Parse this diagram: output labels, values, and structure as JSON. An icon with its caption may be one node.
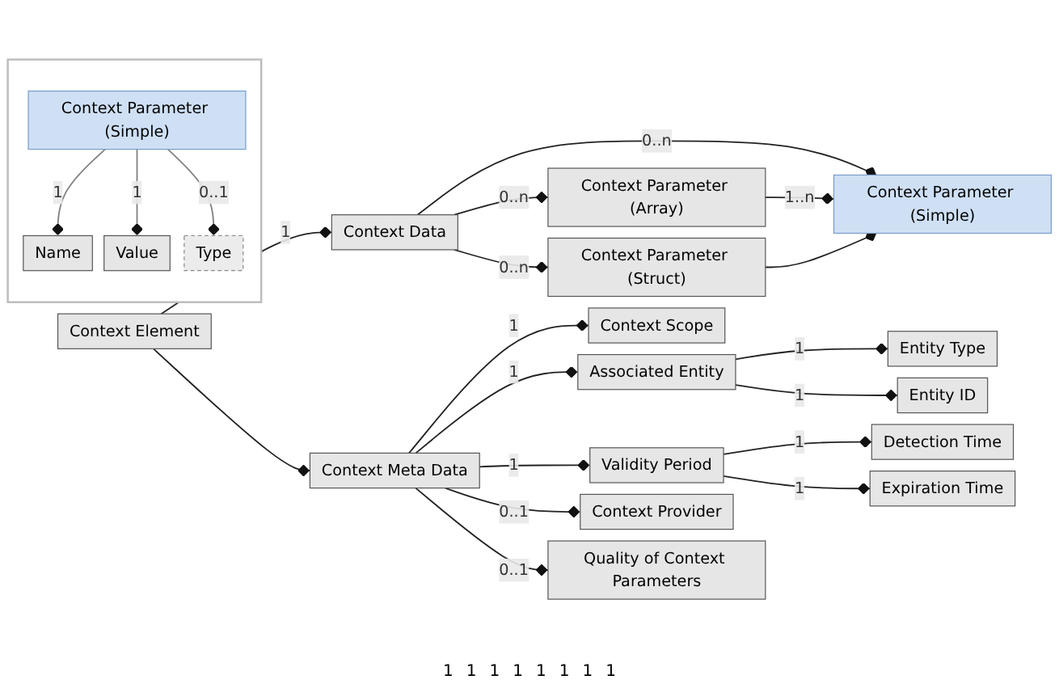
{
  "diagram": {
    "nodes": [
      {
        "text": [
          "Context Element"
        ]
      },
      {
        "text": [
          "Context Data"
        ]
      },
      {
        "text": [
          "Context Parameter (Simple)"
        ]
      },
      {
        "text": [
          "Context Parameter (Array)"
        ]
      },
      {
        "text": [
          "Context Parameter (Struct)"
        ]
      },
      {
        "text": [
          "Context Meta Data"
        ]
      },
      {
        "text": [
          "Context Scope"
        ]
      },
      {
        "text": [
          "Associated Entity"
        ]
      },
      {
        "text": [
          "Entity Type"
        ]
      },
      {
        "text": [
          "Entity ID"
        ]
      },
      {
        "text": [
          "Validity Period"
        ]
      },
      {
        "text": [
          "Detection Time"
        ]
      },
      {
        "text": [
          "Expiration Time"
        ]
      },
      {
        "text": [
          "Context Provider"
        ]
      },
      {
        "text": [
          "Quality of Context Parameters"
        ]
      },
      {
        "text": [],
        "shape": "box"
      },
      {
        "text": [
          "Context Parameter (Simple)"
        ],
        "in": 15
      },
      {
        "text": [
          "Name"
        ],
        "in": 15
      },
      {
        "text": [
          "Value"
        ],
        "in": 15
      },
      {
        "text": [
          "Type"
        ],
        "in": 15
      }
    ],
    "edges": [
      {
        "from": 0,
        "to": 1,
        "arrow": "other",
        "label": "1"
      },
      {
        "from": 0,
        "to": 5,
        "arrow": "other"
      },
      {
        "from": 1,
        "to": 2,
        "arrow": "other",
        "label": "0..n"
      },
      {
        "from": 1,
        "to": 3,
        "arrow": "other",
        "label": "0..n"
      },
      {
        "from": 1,
        "to": 4,
        "arrow": "other",
        "label": "0..n"
      },
      {
        "from": 3,
        "to": 2,
        "arrow": "other",
        "label": "1..n"
      },
      {
        "from": 4,
        "to": 2,
        "arrow": "other"
      },
      {
        "from": 5,
        "to": 6,
        "arrow": "other",
        "label": "1"
      },
      {
        "from": 5,
        "to": 7,
        "arrow": "other",
        "label": "1"
      },
      {
        "from": 7,
        "to": 8,
        "arrow": "other",
        "label": "1"
      },
      {
        "from": 7,
        "to": 9,
        "arrow": "other",
        "label": "1"
      },
      {
        "from": 5,
        "to": 10,
        "arrow": "other",
        "label": "1"
      },
      {
        "from": 10,
        "to": 11,
        "arrow": "other",
        "label": "1"
      },
      {
        "from": 10,
        "to": 12,
        "arrow": "other",
        "label": "1"
      },
      {
        "from": 5,
        "to": 13,
        "arrow": "other",
        "label": "0..1"
      },
      {
        "from": 5,
        "to": 14,
        "arrow": "other",
        "label": "0..1"
      },
      {
        "from": 16,
        "to": 17,
        "arrow": "other",
        "label": "1",
        "color": "#808080"
      },
      {
        "from": 16,
        "to": 18,
        "arrow": "other",
        "label": "1",
        "color": "#808080"
      },
      {
        "from": 16,
        "to": 19,
        "arrow": "other",
        "label": "0..1",
        "color": "#808080"
      }
    ],
    "labels": [
      "1",
      "1",
      "1",
      "1",
      "1",
      "1",
      "1",
      "1"
    ]
  }
}
